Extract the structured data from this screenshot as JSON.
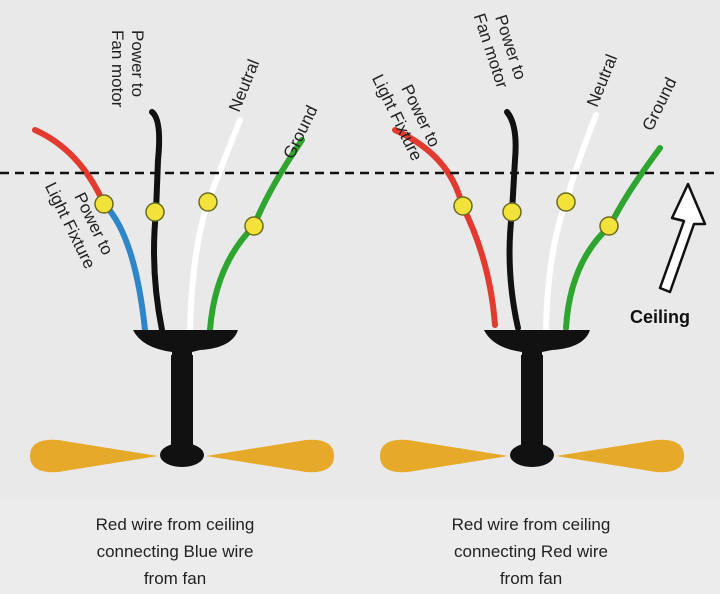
{
  "labels": {
    "power_to_fan_motor": [
      "Power to",
      "Fan motor"
    ],
    "power_to_light_fixture": [
      "Power to",
      "Light Fixture"
    ],
    "neutral": "Neutral",
    "ground": "Ground",
    "ceiling": "Ceiling"
  },
  "captions": {
    "left": [
      "Red wire from ceiling",
      "connecting Blue wire",
      "from fan"
    ],
    "right": [
      "Red wire from ceiling",
      "connecting Red wire",
      "from fan"
    ]
  },
  "colors": {
    "red_wire": "#e23a2e",
    "blue_wire": "#2e86c8",
    "black_wire": "#111111",
    "white_wire": "#ffffff",
    "green_wire": "#2ea52e",
    "connector": "#f2e23a",
    "fan_body": "#111111",
    "fan_blade": "#e6a92a",
    "background": "#e9e9e9"
  }
}
